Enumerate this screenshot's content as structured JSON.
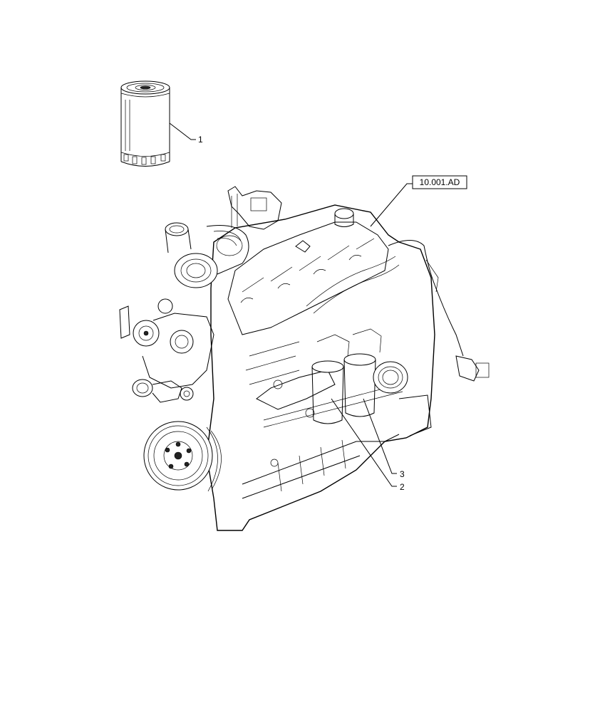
{
  "reference_box": {
    "label": "10.001.AD"
  },
  "callouts": [
    {
      "id": "1",
      "label": "1"
    },
    {
      "id": "2",
      "label": "2"
    },
    {
      "id": "3",
      "label": "3"
    }
  ],
  "colors": {
    "line": "#000000",
    "background": "#ffffff"
  }
}
